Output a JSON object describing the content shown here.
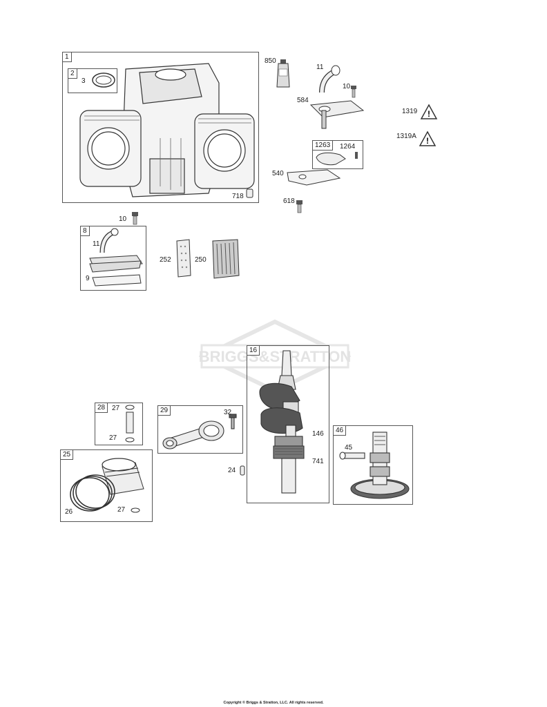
{
  "labels": {
    "p1": "1",
    "p2": "2",
    "p3": "3",
    "p718": "718",
    "p850": "850",
    "p11a": "11",
    "p10a": "10",
    "p584": "584",
    "p1319": "1319",
    "p1319a": "1319A",
    "p1263": "1263",
    "p1264": "1264",
    "p540": "540",
    "p618": "618",
    "p10b": "10",
    "p8": "8",
    "p11b": "11",
    "p9": "9",
    "p252": "252",
    "p250": "250",
    "p16": "16",
    "p146": "146",
    "p741": "741",
    "p28": "28",
    "p27a": "27",
    "p27b": "27",
    "p29": "29",
    "p32": "32",
    "p24": "24",
    "p25": "25",
    "p26": "26",
    "p27c": "27",
    "p46": "46",
    "p45": "45"
  },
  "icons": [
    "warning-triangle-icon",
    "tube-icon",
    "bolt-icon"
  ],
  "watermark": "BRIGGS&STRATTON",
  "footer": "Copyright © Briggs & Stratton, LLC. All rights reserved."
}
